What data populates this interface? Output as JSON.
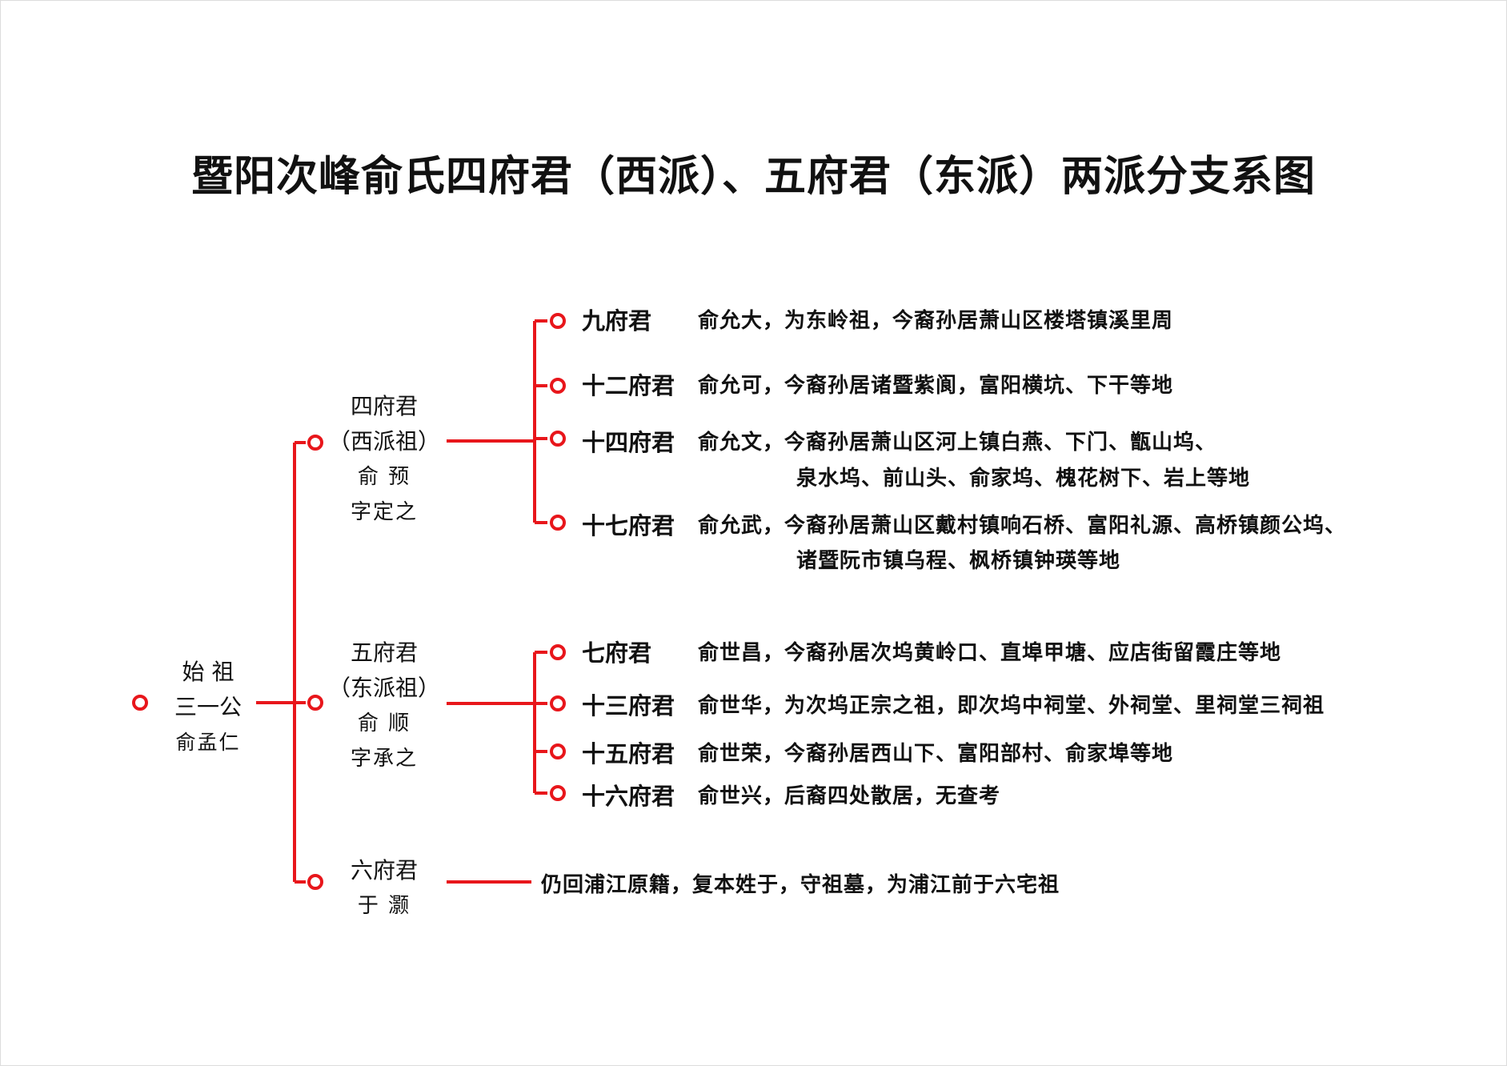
{
  "title": "暨阳次峰俞氏四府君（西派）、五府君（东派）两派分支系图",
  "colors": {
    "line": "#e8161b",
    "text": "#111111"
  },
  "root": {
    "line1": "始  祖",
    "line2": "三一公",
    "line3": "俞孟仁"
  },
  "west": {
    "line1": "四府君",
    "line2": "（西派祖）",
    "line3": "俞  预",
    "line4": "字定之"
  },
  "east": {
    "line1": "五府君",
    "line2": "（东派祖）",
    "line3": "俞  顺",
    "line4": "字承之"
  },
  "six": {
    "line1": "六府君",
    "line2": "于  灏",
    "desc": "仍回浦江原籍，复本姓于，守祖墓，为浦江前于六宅祖"
  },
  "west_branches": [
    {
      "name": "九府君",
      "desc1": "俞允大，为东岭祖，今裔孙居萧山区楼塔镇溪里周",
      "desc2": ""
    },
    {
      "name": "十二府君",
      "desc1": "俞允可，今裔孙居诸暨紫阆，富阳横坑、下干等地",
      "desc2": ""
    },
    {
      "name": "十四府君",
      "desc1": "俞允文，今裔孙居萧山区河上镇白燕、下门、甑山坞、",
      "desc2": "泉水坞、前山头、俞家坞、槐花树下、岩上等地"
    },
    {
      "name": "十七府君",
      "desc1": "俞允武，今裔孙居萧山区戴村镇响石桥、富阳礼源、高桥镇颜公坞、",
      "desc2": "诸暨阮市镇乌程、枫桥镇钟瑛等地"
    }
  ],
  "east_branches": [
    {
      "name": "七府君",
      "desc1": "俞世昌，今裔孙居次坞黄岭口、直埠甲塘、应店街留霞庄等地"
    },
    {
      "name": "十三府君",
      "desc1": "俞世华，为次坞正宗之祖，即次坞中祠堂、外祠堂、里祠堂三祠祖"
    },
    {
      "name": "十五府君",
      "desc1": "俞世荣，今裔孙居西山下、富阳部村、俞家埠等地"
    },
    {
      "name": "十六府君",
      "desc1": "俞世兴，后裔四处散居，无查考"
    }
  ]
}
